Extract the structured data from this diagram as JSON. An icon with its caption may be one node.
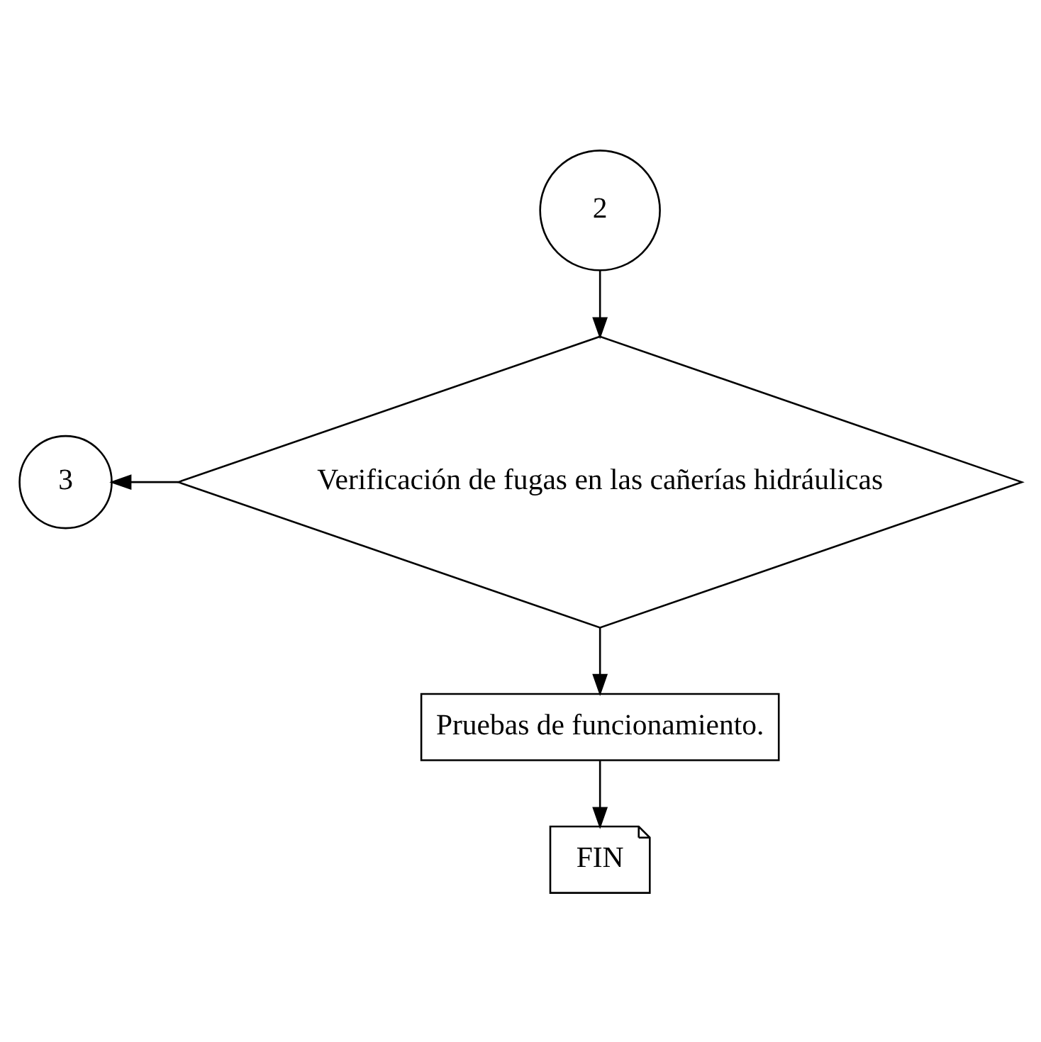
{
  "diagram": {
    "nodes": [
      {
        "text": [
          "2"
        ]
      },
      {
        "text": [
          "Verificación de fugas en las cañerías hidráulicas"
        ]
      },
      {
        "text": [
          "3"
        ]
      },
      {
        "text": [
          "Pruebas de funcionamiento."
        ]
      },
      {
        "text": [
          "FIN"
        ]
      }
    ],
    "edges": [
      {
        "from": 0,
        "to": 1,
        "arrow": "to"
      },
      {
        "from": 1,
        "to": 2,
        "arrow": "to"
      },
      {
        "from": 1,
        "to": 3,
        "arrow": "to"
      },
      {
        "from": 3,
        "to": 4,
        "arrow": "to"
      }
    ]
  }
}
